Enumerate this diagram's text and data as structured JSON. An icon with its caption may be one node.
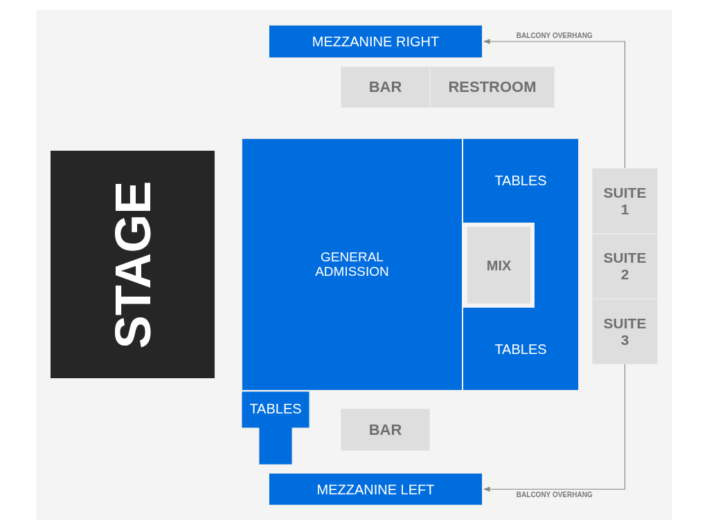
{
  "diagram": {
    "nodes": [
      {
        "text": [
          "STAGE"
        ]
      },
      {
        "text": [
          "MEZZANINE RIGHT"
        ]
      },
      {
        "text": [
          "BAR"
        ]
      },
      {
        "text": [
          "RESTROOM"
        ]
      },
      {
        "text": [
          "GENERAL ADMISSION"
        ]
      },
      {
        "text": [
          "TABLES",
          "TABLES"
        ]
      },
      {
        "text": [
          "MIX"
        ],
        "in": 5
      },
      {
        "text": [
          "SUITE 1"
        ]
      },
      {
        "text": [
          "SUITE 2"
        ]
      },
      {
        "text": [
          "SUITE 3"
        ]
      },
      {
        "text": [
          "TABLES"
        ]
      },
      {
        "text": [
          "BAR"
        ]
      },
      {
        "text": [
          "MEZZANINE LEFT"
        ]
      }
    ],
    "edges": [
      {
        "from": 7,
        "to": 1,
        "arrow": "to",
        "label": "BALCONY OVERHANG"
      },
      {
        "from": 9,
        "to": 12,
        "arrow": "to",
        "label": "BALCONY OVERHANG"
      }
    ]
  }
}
